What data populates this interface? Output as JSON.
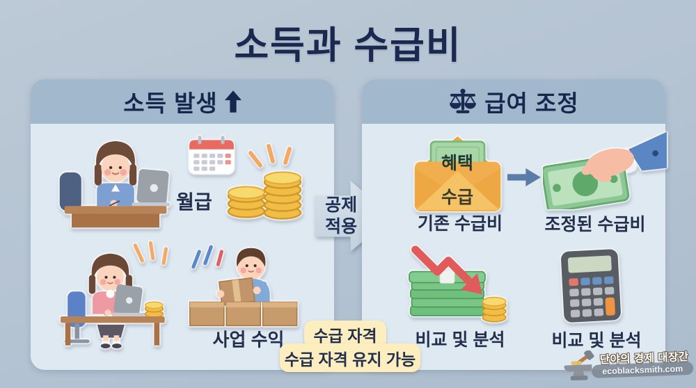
{
  "title": "소득과 수급비",
  "left_panel": {
    "header": "소득 발생",
    "salary_label": "월급",
    "business_label": "사업 수익"
  },
  "center_arrow": {
    "line1": "공제",
    "line2": "적용"
  },
  "right_panel": {
    "header": "급여 조정",
    "envelope_card": "혜택",
    "envelope_flap": "수급",
    "existing_label": "기존 수급비",
    "adjusted_label": "조정된 수급비",
    "money_compare_label": "비교 및 분석",
    "calc_compare_label": "비교 및 분석"
  },
  "note_box": {
    "line1": "수급 자격",
    "line2": "수급 자격 유지 가능"
  },
  "watermark": {
    "name": "단야의 경제 대장간",
    "url": "ecoblacksmith.com"
  },
  "colors": {
    "background": "#b5c3d2",
    "panel_body": "#dfe9f1",
    "panel_header": "#a2b9cd",
    "title_text": "#1c2850",
    "label_text": "#22304e",
    "note_bg": "#fdeec0",
    "center_arrow_fill": "#ccd9e4",
    "flow_arrow_blue": "#5b7ca6",
    "decline_arrow_red": "#e25b5b",
    "coin_gold": "#f2bd45",
    "money_green": "#8cc795",
    "envelope_orange": "#f1ae4e"
  }
}
